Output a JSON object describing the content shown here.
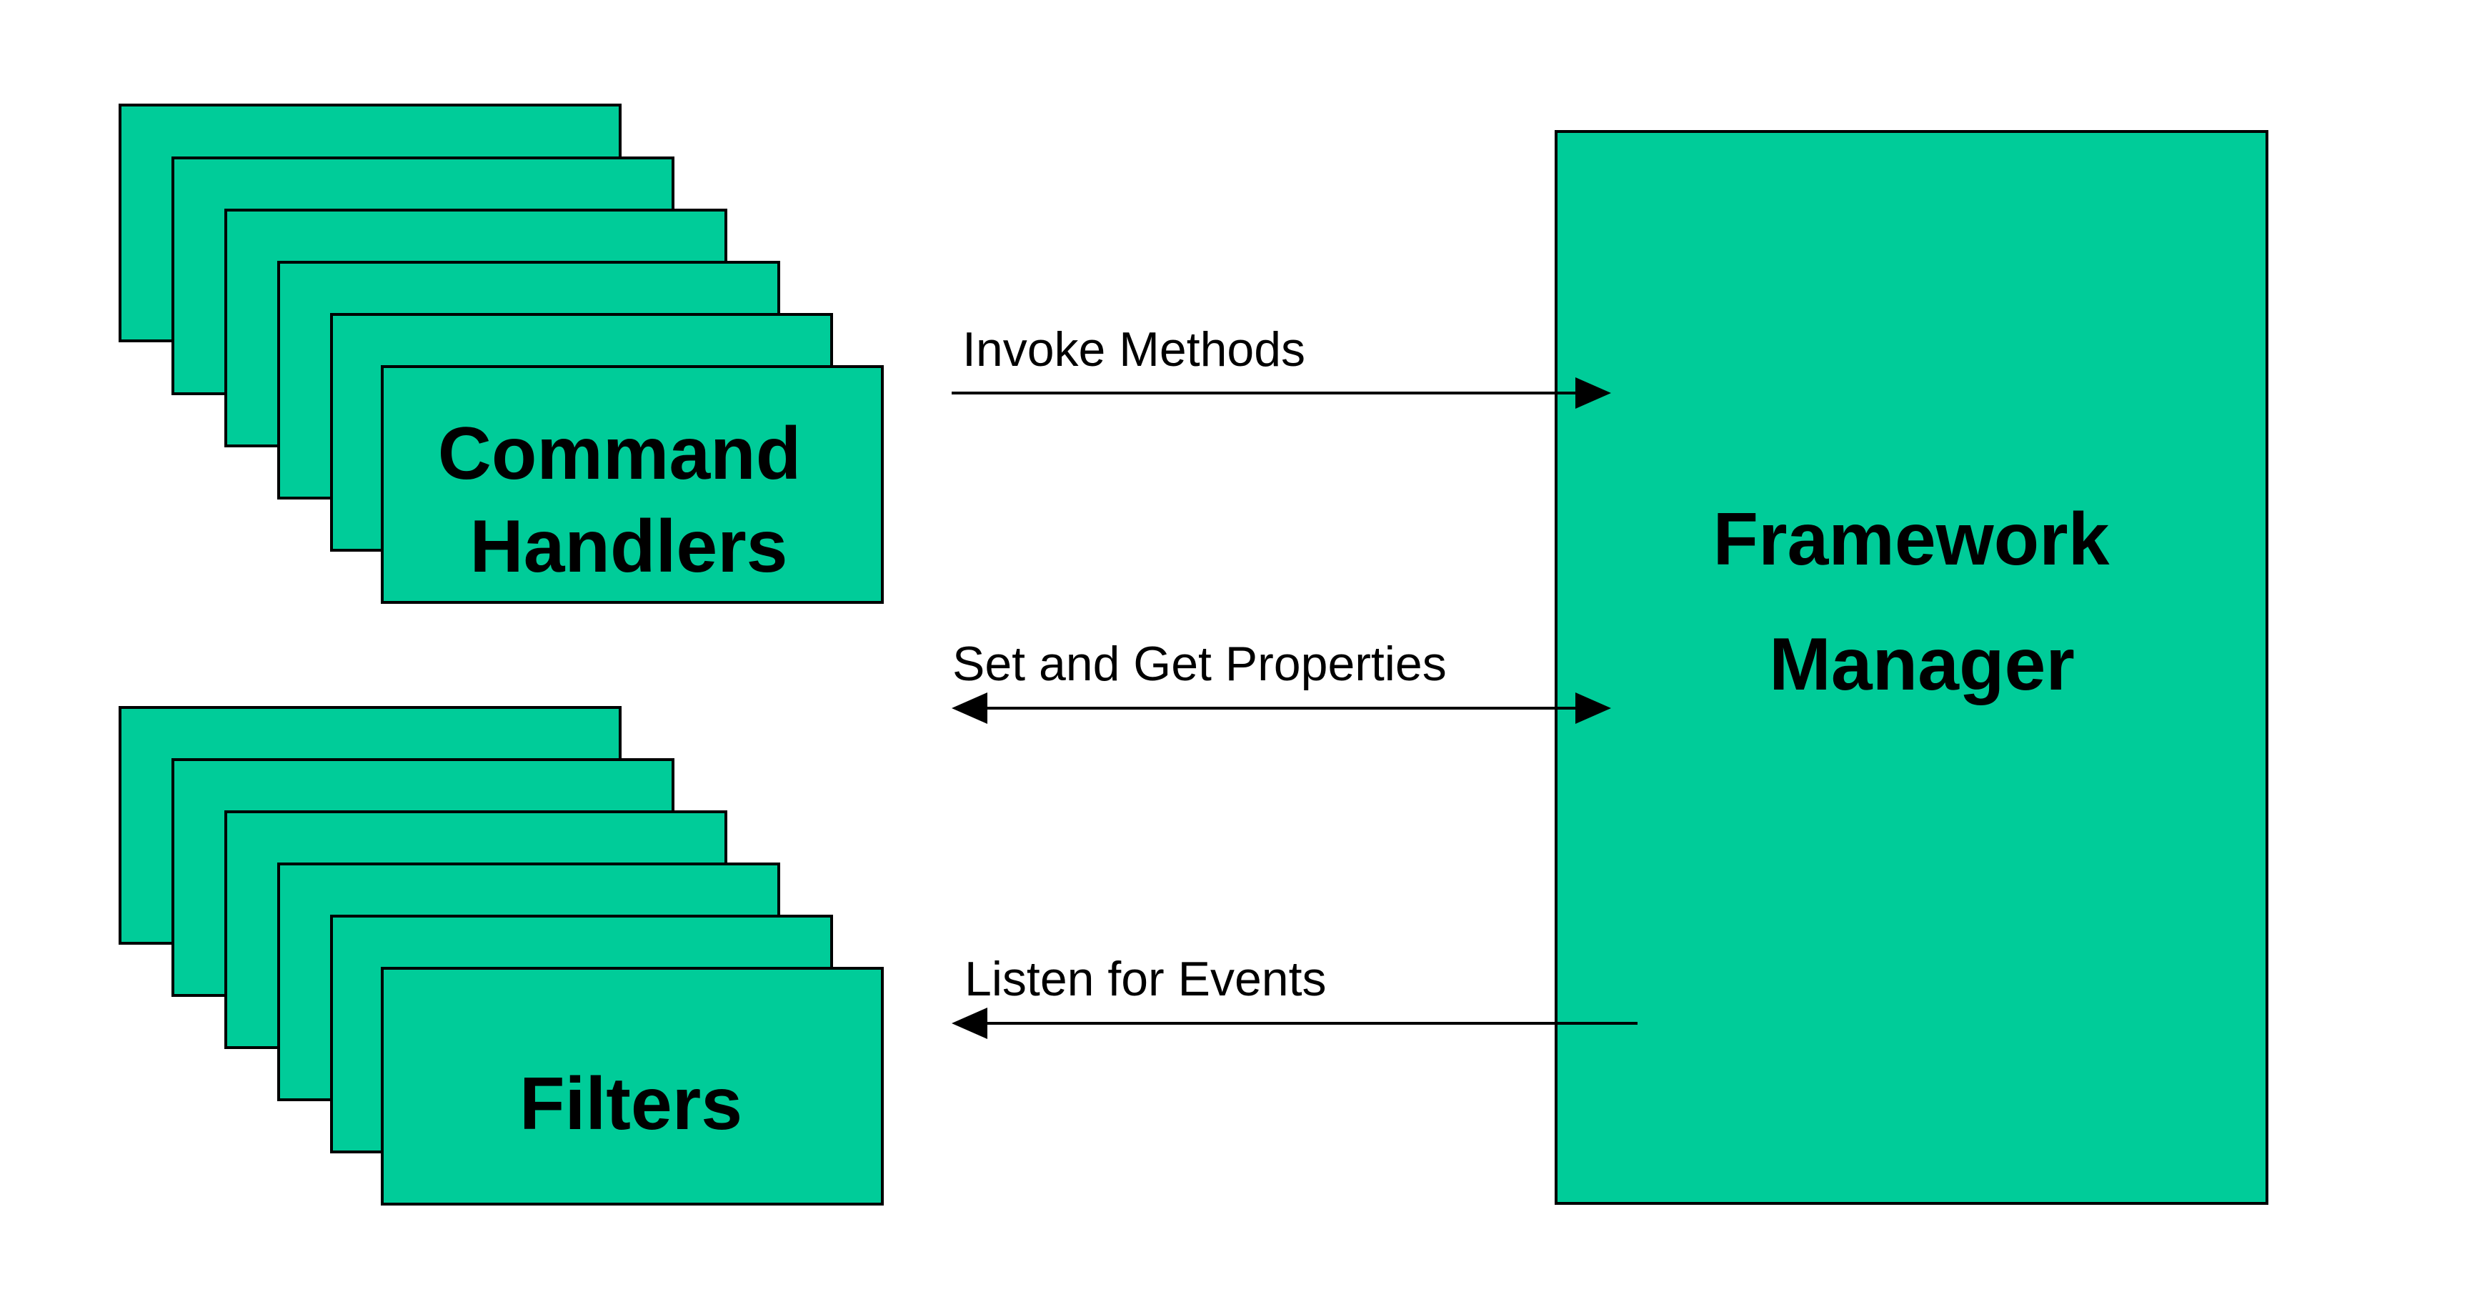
{
  "colors": {
    "box_fill": "#00cc99",
    "stroke": "#000000",
    "background": "#ffffff"
  },
  "components": {
    "command_handlers": {
      "line1": "Command",
      "line2": "Handlers"
    },
    "filters": {
      "label": "Filters"
    },
    "framework_manager": {
      "line1": "Framework",
      "line2": "Manager"
    }
  },
  "connections": [
    {
      "id": "invoke-methods",
      "label": "Invoke Methods",
      "direction": "to-manager"
    },
    {
      "id": "set-get-properties",
      "label": "Set and Get Properties",
      "direction": "bidirectional"
    },
    {
      "id": "listen-for-events",
      "label": "Listen for Events",
      "direction": "from-manager"
    }
  ]
}
